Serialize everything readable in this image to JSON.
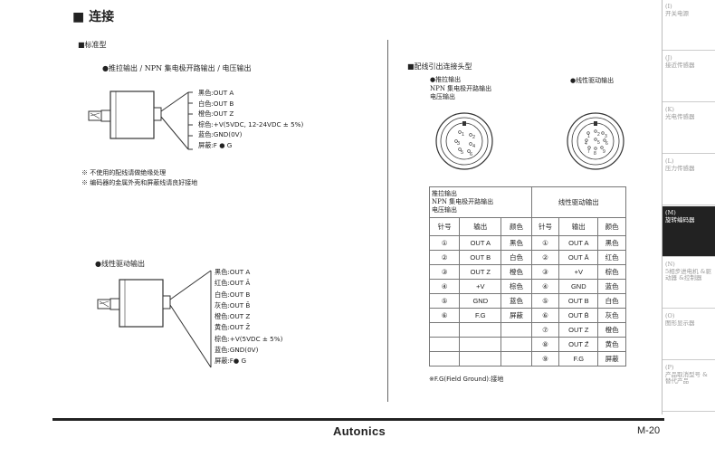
{
  "section_title": "■ 连接",
  "standard_heading": "■标准型",
  "push_pull_heading": "●推拉输出 / NPN 集电极开路输出 / 电压输出",
  "push_pull_wires": [
    "黑色:OUT A",
    "白色:OUT B",
    "橙色:OUT Z",
    "棕色:+V(5VDC, 12-24VDC ± 5%)",
    "蓝色:GND(0V)",
    "屏蔽:F ● G"
  ],
  "notes": [
    "※ 不使用的配线请做绝缘处理",
    "※ 编码器的金属外壳和屏蔽线请良好接地"
  ],
  "line_driver_heading": "●线性驱动输出",
  "line_driver_wires": [
    "黑色:OUT A",
    "红色:OUT Ā",
    "白色:OUT B",
    "灰色:OUT B̄",
    "橙色:OUT Z",
    "黄色:OUT Z̄",
    "棕色:+V(5VDC ±  5%)",
    "蓝色:GND(0V)",
    "屏蔽:F● G"
  ],
  "connector_heading": "■配线引出连接头型",
  "connector_left_label": [
    "●推拉输出",
    "NPN 集电极开路输出",
    "电压输出"
  ],
  "connector_right_label": "●线性驱动输出",
  "connector_left_pins": [
    "1",
    "2",
    "3",
    "4",
    "5",
    "6"
  ],
  "connector_right_pins": [
    "1",
    "2",
    "3",
    "4",
    "5",
    "6",
    "7",
    "8",
    "9"
  ],
  "table": {
    "head_left": [
      "推拉输出",
      "NPN 集电极开路输出",
      "电压输出"
    ],
    "head_right": "线性驱动输出",
    "col_headers": [
      "针号",
      "输出",
      "颜色",
      "针号",
      "输出",
      "颜色"
    ],
    "rows": [
      [
        "①",
        "OUT A",
        "黑色",
        "①",
        "OUT A",
        "黑色"
      ],
      [
        "②",
        "OUT B",
        "白色",
        "②",
        "OUT Ā",
        "红色"
      ],
      [
        "③",
        "OUT Z",
        "橙色",
        "③",
        "+V",
        "棕色"
      ],
      [
        "④",
        "+V",
        "棕色",
        "④",
        "GND",
        "蓝色"
      ],
      [
        "⑤",
        "GND",
        "蓝色",
        "⑤",
        "OUT B",
        "白色"
      ],
      [
        "⑥",
        "F.G",
        "屏蔽",
        "⑥",
        "OUT B̄",
        "灰色"
      ],
      [
        "",
        "",
        "",
        "⑦",
        "OUT Z",
        "橙色"
      ],
      [
        "",
        "",
        "",
        "⑧",
        "OUT Z̄",
        "黄色"
      ],
      [
        "",
        "",
        "",
        "⑨",
        "F.G",
        "屏蔽"
      ]
    ]
  },
  "fg_note": "※F.G(Field Ground):接地",
  "sidebar": [
    {
      "code": "(I)",
      "label": "开关电源"
    },
    {
      "code": "(J)",
      "label": "接近传感器"
    },
    {
      "code": "(K)",
      "label": "光电传感器"
    },
    {
      "code": "(L)",
      "label": "压力传感器"
    },
    {
      "code": "(M)",
      "label": "旋转编码器"
    },
    {
      "code": "(N)",
      "label": "5相步进电机 &驱动器 &控制器"
    },
    {
      "code": "(O)",
      "label": "图形显示器"
    },
    {
      "code": "(P)",
      "label": "产品取消型号 &替代产品"
    }
  ],
  "footer": {
    "logo": "Autonics",
    "page": "M-20"
  }
}
